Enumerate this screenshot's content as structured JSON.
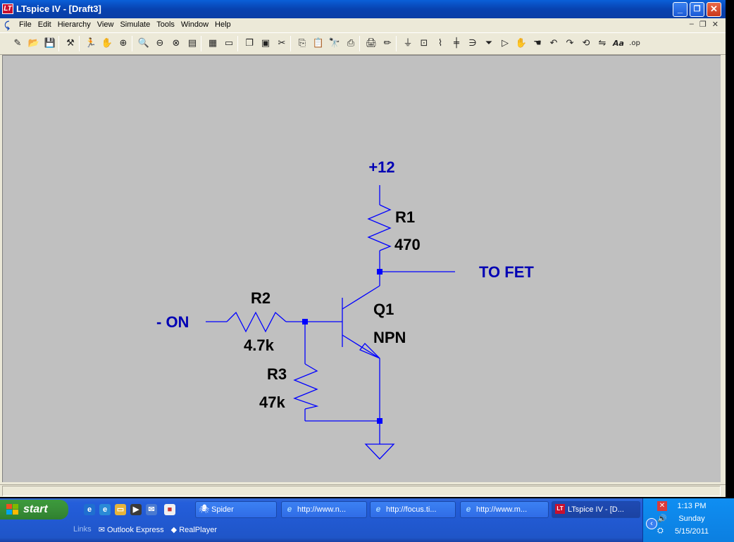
{
  "window": {
    "title": "LTspice IV - [Draft3]",
    "app_icon_label": "LT",
    "controls": {
      "minimize": "_",
      "maximize": "❐",
      "close": "✕"
    }
  },
  "menu": {
    "items": [
      "File",
      "Edit",
      "Hierarchy",
      "View",
      "Simulate",
      "Tools",
      "Window",
      "Help"
    ],
    "mdi_controls": {
      "minimize": "–",
      "restore": "❐",
      "close": "✕"
    }
  },
  "toolbar": {
    "icons": [
      "new-schematic-icon",
      "open-icon",
      "save-icon",
      "control-panel-icon",
      "run-icon",
      "halt-icon",
      "zoom-in-icon",
      "zoom-area-icon",
      "zoom-out-icon",
      "zoom-cancel-icon",
      "autorange-icon",
      "grid-icon",
      "tile-icon",
      "cascade-icon",
      "close-window-icon",
      "cut-icon",
      "copy-icon",
      "paste-icon",
      "find-icon",
      "print-setup-icon",
      "print-icon",
      "draw-wire-icon",
      "ground-icon",
      "label-net-icon",
      "resistor-icon",
      "capacitor-icon",
      "inductor-icon",
      "diode-icon",
      "component-icon",
      "move-icon",
      "drag-icon",
      "undo-icon",
      "redo-icon",
      "rotate-icon",
      "mirror-icon",
      "text-icon",
      "spice-directive-icon"
    ],
    "text_label": "Aa",
    "op_label": ".op"
  },
  "schematic": {
    "labels": {
      "vcc": "+12",
      "to_fet": "TO FET",
      "on_input": "- ON"
    },
    "components": {
      "R1": {
        "name": "R1",
        "value": "470"
      },
      "R2": {
        "name": "R2",
        "value": "4.7k"
      },
      "R3": {
        "name": "R3",
        "value": "47k"
      },
      "Q1": {
        "name": "Q1",
        "value": "NPN"
      }
    },
    "colors": {
      "wire": "#0000ff",
      "net_label": "#0000b4",
      "component_text": "#000000",
      "background": "#c0c0c0"
    }
  },
  "taskbar": {
    "start_label": "start",
    "tasks": [
      {
        "label": "Spider",
        "icon": "spider-icon"
      },
      {
        "label": "http://www.n...",
        "icon": "ie-icon"
      },
      {
        "label": "http://focus.ti...",
        "icon": "ie-icon"
      },
      {
        "label": "http://www.m...",
        "icon": "ie-icon"
      },
      {
        "label": "LTspice IV - [D...",
        "icon": "ltspice-icon"
      }
    ],
    "links": [
      "Links",
      "Outlook Express",
      "RealPlayer"
    ],
    "clock": {
      "time": "1:13 PM",
      "day": "Sunday",
      "date": "5/15/2011"
    }
  }
}
